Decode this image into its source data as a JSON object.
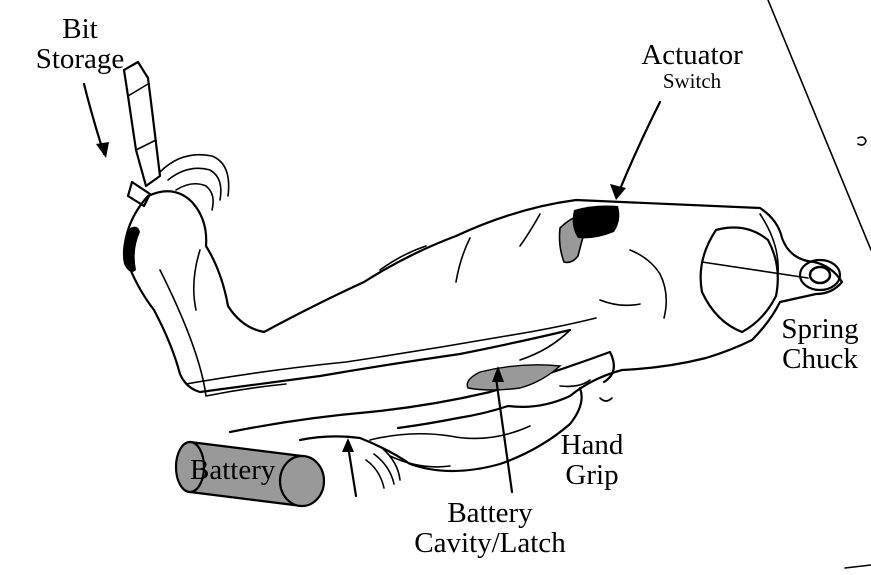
{
  "labels": {
    "bit_storage": {
      "line1": "Bit",
      "line2": "Storage"
    },
    "actuator": {
      "line1": "Actuator",
      "line2": "Switch"
    },
    "spring_chuck": {
      "line1": "Spring",
      "line2": "Chuck"
    },
    "hand_grip": {
      "line1": "Hand",
      "line2": "Grip"
    },
    "battery_cavity": {
      "line1": "Battery",
      "line2": "Cavity/Latch"
    },
    "battery": "Battery"
  },
  "colors": {
    "ink": "#000000",
    "fill_grey": "#999999",
    "background": "#ffffff"
  }
}
